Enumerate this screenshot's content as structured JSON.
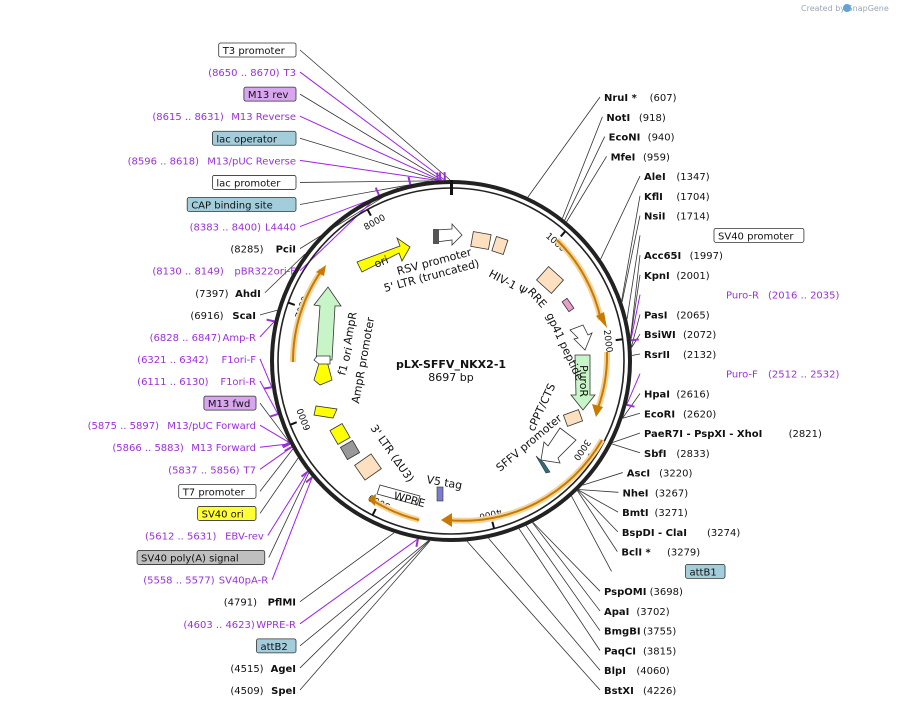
{
  "credit": "Created by SnapGene",
  "plasmid": {
    "name": "pLX-SFFV_NKX2-1",
    "length_label": "8697 bp",
    "length": 8697
  },
  "ring_ticks": [
    {
      "label": "1000",
      "bp": 1000
    },
    {
      "label": "2000",
      "bp": 2000
    },
    {
      "label": "3000",
      "bp": 3000
    },
    {
      "label": "4000",
      "bp": 4000
    },
    {
      "label": "5000",
      "bp": 5000
    },
    {
      "label": "6000",
      "bp": 6000
    },
    {
      "label": "7000",
      "bp": 7000
    },
    {
      "label": "8000",
      "bp": 8000
    }
  ],
  "sites_right": [
    {
      "name": "NruI *",
      "pos": "(607)",
      "bp": 607
    },
    {
      "name": "NotI",
      "pos": "(918)",
      "bp": 918
    },
    {
      "name": "EcoNI",
      "pos": "(940)",
      "bp": 940
    },
    {
      "name": "MfeI",
      "pos": "(959)",
      "bp": 959
    },
    {
      "name": "AleI",
      "pos": "(1347)",
      "bp": 1347
    },
    {
      "name": "KflI",
      "pos": "(1704)",
      "bp": 1704
    },
    {
      "name": "NsiI",
      "pos": "(1714)",
      "bp": 1714
    },
    {
      "name": "Acc65I",
      "pos": "(1997)",
      "bp": 1997
    },
    {
      "name": "KpnI",
      "pos": "(2001)",
      "bp": 2001
    },
    {
      "name": "PasI",
      "pos": "(2065)",
      "bp": 2065
    },
    {
      "name": "BsiWI",
      "pos": "(2072)",
      "bp": 2072
    },
    {
      "name": "RsrII",
      "pos": "(2132)",
      "bp": 2132
    },
    {
      "name": "HpaI",
      "pos": "(2616)",
      "bp": 2616
    },
    {
      "name": "EcoRI",
      "pos": "(2620)",
      "bp": 2620
    },
    {
      "name": "PaeR7I - PspXI - XhoI",
      "pos": "(2821)",
      "bp": 2821
    },
    {
      "name": "SbfI",
      "pos": "(2833)",
      "bp": 2833
    },
    {
      "name": "AscI",
      "pos": "(3220)",
      "bp": 3220
    },
    {
      "name": "NheI",
      "pos": "(3267)",
      "bp": 3267
    },
    {
      "name": "BmtI",
      "pos": "(3271)",
      "bp": 3271
    },
    {
      "name": "BspDI - ClaI",
      "pos": "(3274)",
      "bp": 3274
    },
    {
      "name": "BclI *",
      "pos": "(3279)",
      "bp": 3279
    },
    {
      "name": "PspOMI",
      "pos": "(3698)",
      "bp": 3698
    },
    {
      "name": "ApaI",
      "pos": "(3702)",
      "bp": 3702
    },
    {
      "name": "BmgBI",
      "pos": "(3755)",
      "bp": 3755
    },
    {
      "name": "PaqCI",
      "pos": "(3815)",
      "bp": 3815
    },
    {
      "name": "BlpI",
      "pos": "(4060)",
      "bp": 4060
    },
    {
      "name": "BstXI",
      "pos": "(4226)",
      "bp": 4226
    }
  ],
  "sites_left": [
    {
      "name": "PciI",
      "pos": "(8285)",
      "bp": 8285
    },
    {
      "name": "AhdI",
      "pos": "(7397)",
      "bp": 7397
    },
    {
      "name": "ScaI",
      "pos": "(6916)",
      "bp": 6916
    },
    {
      "name": "PflMI",
      "pos": "(4791)",
      "bp": 4791
    },
    {
      "name": "AgeI",
      "pos": "(4515)",
      "bp": 4515
    },
    {
      "name": "SpeI",
      "pos": "(4509)",
      "bp": 4509
    }
  ],
  "primers_right": [
    {
      "name": "Puro-R",
      "range": "(2016 .. 2035)",
      "bp": 2016
    },
    {
      "name": "Puro-F",
      "range": "(2512 .. 2532)",
      "bp": 2512
    }
  ],
  "primers_left": [
    {
      "name": "T3",
      "range": "(8650 .. 8670)",
      "bp": 8650
    },
    {
      "name": "M13 Reverse",
      "range": "(8615 .. 8631)",
      "bp": 8615
    },
    {
      "name": "M13/pUC Reverse",
      "range": "(8596 .. 8618)",
      "bp": 8596
    },
    {
      "name": "L4440",
      "range": "(8383 .. 8400)",
      "bp": 8383
    },
    {
      "name": "pBR322ori-F",
      "range": "(8130 .. 8149)",
      "bp": 8130
    },
    {
      "name": "Amp-R",
      "range": "(6828 .. 6847)",
      "bp": 6828
    },
    {
      "name": "F1ori-F",
      "range": "(6321 .. 6342)",
      "bp": 6321
    },
    {
      "name": "F1ori-R",
      "range": "(6111 .. 6130)",
      "bp": 6111
    },
    {
      "name": "M13/pUC Forward",
      "range": "(5875 .. 5897)",
      "bp": 5875
    },
    {
      "name": "M13 Forward",
      "range": "(5866 .. 5883)",
      "bp": 5866
    },
    {
      "name": "T7",
      "range": "(5837 .. 5856)",
      "bp": 5837
    },
    {
      "name": "EBV-rev",
      "range": "(5612 .. 5631)",
      "bp": 5612
    },
    {
      "name": "SV40pA-R",
      "range": "(5558 .. 5577)",
      "bp": 5558
    },
    {
      "name": "WPRE-R",
      "range": "(4603 .. 4623)",
      "bp": 4603
    }
  ],
  "feature_boxes": [
    {
      "name": "T3 promoter",
      "fill": "#ffffff",
      "bp": 8690
    },
    {
      "name": "M13 rev",
      "fill": "#d8a6ee",
      "bp": 8630
    },
    {
      "name": "lac operator",
      "fill": "#a3cddb",
      "bp": 8605
    },
    {
      "name": "lac promoter",
      "fill": "#ffffff",
      "bp": 8560
    },
    {
      "name": "CAP binding site",
      "fill": "#a3cddb",
      "bp": 8530
    },
    {
      "name": "SV40 promoter",
      "fill": "#ffffff",
      "bp": 1850
    },
    {
      "name": "attB1",
      "fill": "#a3cddb",
      "bp": 3340
    },
    {
      "name": "attB2",
      "fill": "#a3cddb",
      "bp": 4520
    },
    {
      "name": "M13 fwd",
      "fill": "#d8a6ee",
      "bp": 5880
    },
    {
      "name": "T7 promoter",
      "fill": "#ffffff",
      "bp": 5820
    },
    {
      "name": "SV40 ori",
      "fill": "#ffff33",
      "bp": 5740
    },
    {
      "name": "SV40 poly(A) signal",
      "fill": "#bfbfbf",
      "bp": 5600
    }
  ],
  "inner_labels": [
    {
      "text": "RSV promoter"
    },
    {
      "text": "5' LTR (truncated)"
    },
    {
      "text": "HIV-1 Ψ"
    },
    {
      "text": "RRE"
    },
    {
      "text": "gp41 peptide"
    },
    {
      "text": "PuroR"
    },
    {
      "text": "cPPT/CTS"
    },
    {
      "text": "SFFV promoter"
    },
    {
      "text": "V5 tag"
    },
    {
      "text": "WPRE"
    },
    {
      "text": "3' LTR (ΔU3)"
    },
    {
      "text": "f1 ori"
    },
    {
      "text": "AmpR promoter"
    },
    {
      "text": "AmpR"
    },
    {
      "text": "ori"
    }
  ],
  "colors": {
    "primer": "#9b30d9",
    "orf": "#f0a830",
    "ori_yellow": "#ffff00",
    "ampr_green": "#c8f5c8",
    "ltr_peach": "#fde0c0",
    "gray_feature": "#999999"
  }
}
